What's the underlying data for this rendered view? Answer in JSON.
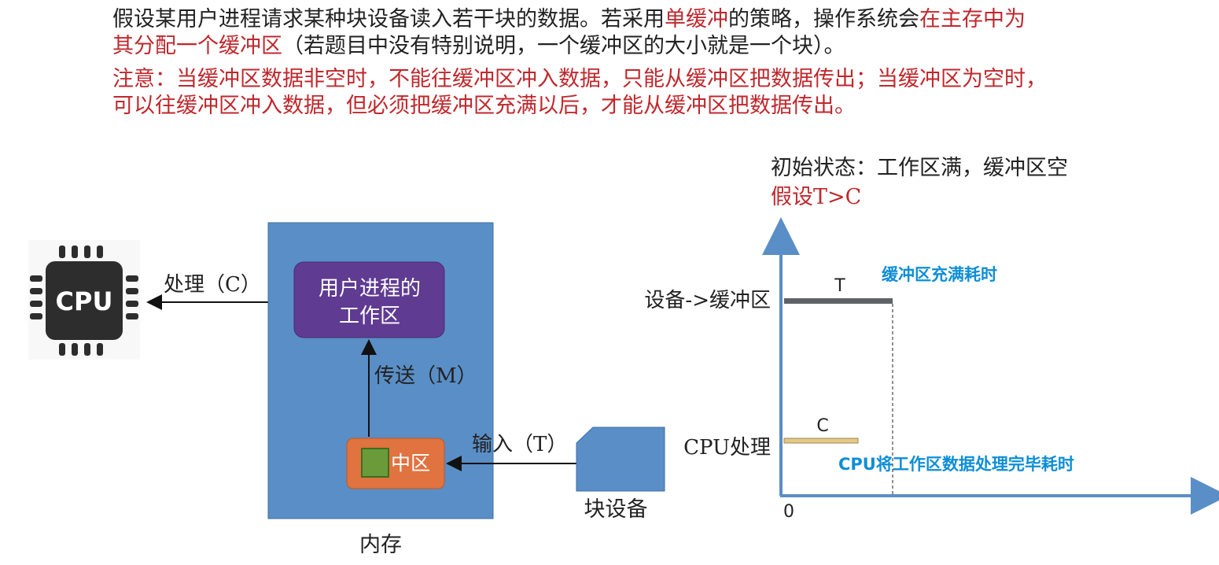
{
  "intro": {
    "l1_a": "假设某用户进程请求某种块设备读入若干块的数据。若采用",
    "l1_b": "单缓冲",
    "l1_c": "的策略，操作系统会",
    "l1_d": "在主存中为",
    "l2_a": "其分配一个缓冲区",
    "l2_b": "（若题目中没有特别说明，一个缓冲区的大小就是一个块）。"
  },
  "note": {
    "l1": "注意：当缓冲区数据非空时，不能往缓冲区冲入数据，只能从缓冲区把数据传出；当缓冲区为空时，",
    "l2": "可以往缓冲区冲入数据，但必须把缓冲区充满以后，才能从缓冲区把数据传出。"
  },
  "diagram": {
    "cpu_label": "CPU",
    "process_label": "处理（C）",
    "work_area_line1": "用户进程的",
    "work_area_line2": "工作区",
    "transfer_label": "传送（M）",
    "buffer_label": "中区",
    "input_label": "输入（T）",
    "block_device_label": "块设备",
    "memory_label": "内存"
  },
  "timing": {
    "initial_state": "初始状态：工作区满，缓冲区空",
    "assumption": "假设T>C",
    "row_device": "设备->缓冲区",
    "row_cpu": "CPU处理",
    "t_label": "T",
    "c_label": "C",
    "t_note": "缓冲区充满耗时",
    "c_note": "CPU将工作区数据处理完毕耗时",
    "origin": "0"
  },
  "colors": {
    "accent_red": "#c0282d",
    "annotation_blue": "#0e8ed6",
    "memory_blue": "#5a8ec6",
    "work_purple": "#5f3b92",
    "buffer_orange": "#e0733f",
    "data_green": "#6a9a3a",
    "t_bar": "#5d6266",
    "c_bar": "#e6c884"
  }
}
